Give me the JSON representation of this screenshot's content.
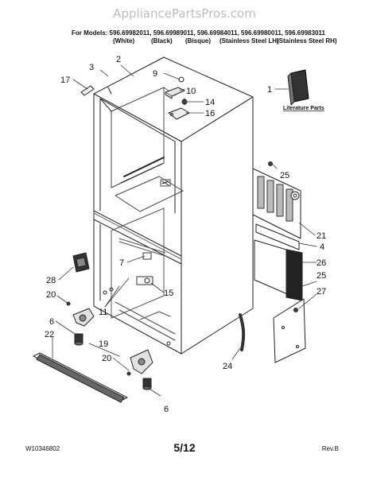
{
  "watermark": "AppliancePartsPros.com",
  "models_header": {
    "line": "For Models: 596.69982011, 596.69989011, 596.69984011, 596.69980011, 596.69983011",
    "variants": [
      "(White)",
      "(Black)",
      "(Bisque)",
      "(Stainless Steel LH)",
      "(Stainless Steel RH)"
    ]
  },
  "literature_label": "Literature Parts",
  "callouts": {
    "c1": "1",
    "c2": "2",
    "c3": "3",
    "c4": "4",
    "c6a": "6",
    "c6b": "6",
    "c7": "7",
    "c9": "9",
    "c10": "10",
    "c11": "11",
    "c14": "14",
    "c15": "15",
    "c16": "16",
    "c17": "17",
    "c19": "19",
    "c20a": "20",
    "c20b": "20",
    "c21": "21",
    "c22": "22",
    "c24": "24",
    "c25a": "25",
    "c25b": "25",
    "c26": "26",
    "c27": "27",
    "c28": "28"
  },
  "footer": {
    "doc_number": "W10346802",
    "page": "5/12",
    "revision": "Rev.B"
  }
}
